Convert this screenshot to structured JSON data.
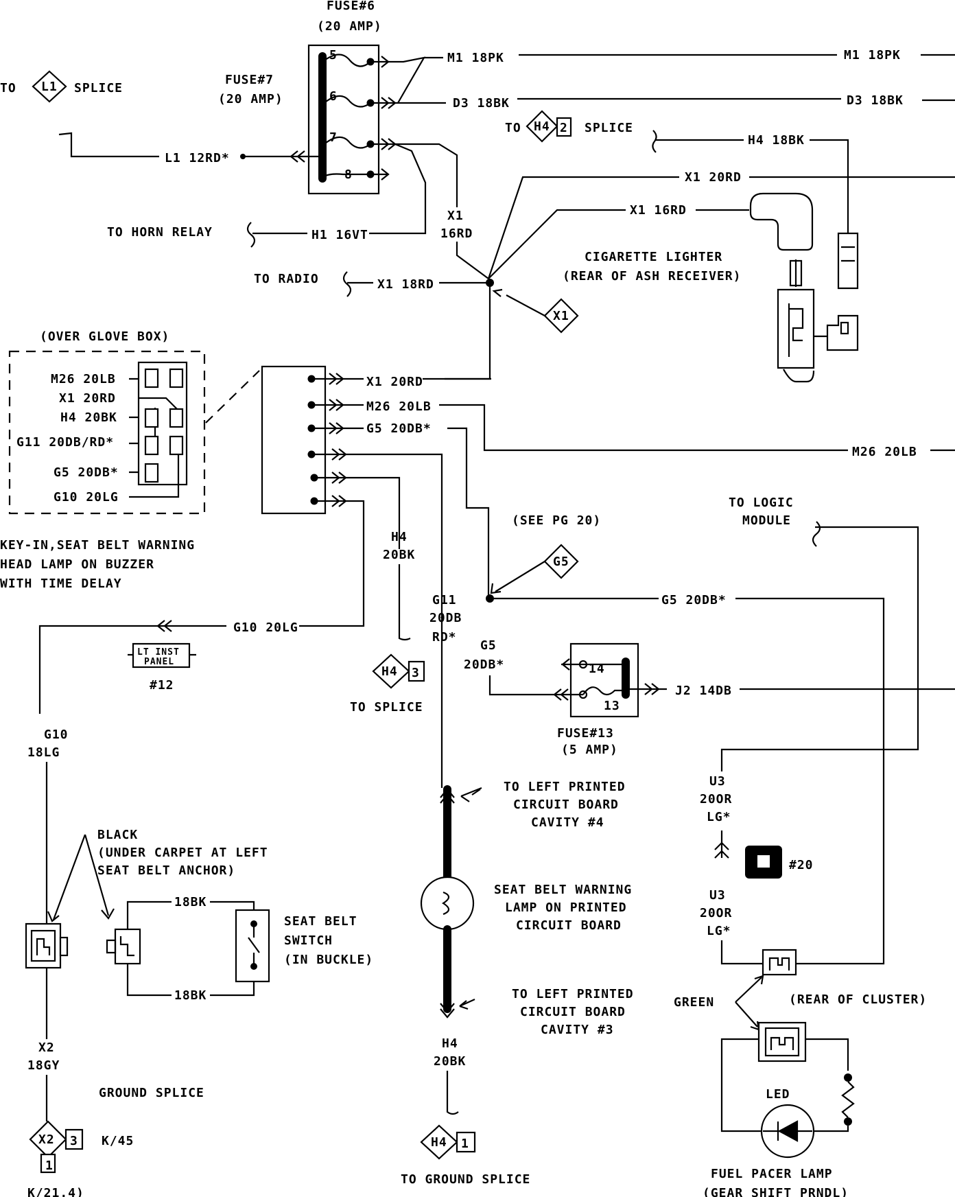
{
  "fuse6": {
    "title": "FUSE#6",
    "rating": "(20 AMP)",
    "pins": [
      "5",
      "6",
      "7",
      "8"
    ]
  },
  "fuse7": {
    "title": "FUSE#7",
    "rating": "(20 AMP)"
  },
  "fuse13": {
    "title": "FUSE#13",
    "rating": "(5 AMP)",
    "pins": [
      "14",
      "13"
    ]
  },
  "splices": {
    "l1": {
      "prefix": "TO",
      "code": "L1",
      "suffix": "SPLICE"
    },
    "h4_2": {
      "prefix": "TO",
      "code": "H4",
      "num": "2",
      "suffix": "SPLICE"
    },
    "x1": {
      "code": "X1"
    },
    "g5": {
      "code": "G5"
    },
    "h4_3": {
      "code": "H4",
      "num": "3",
      "caption": "TO  SPLICE"
    },
    "x2": {
      "code": "X2",
      "num": "3",
      "sub": "1",
      "ref": "K/45",
      "ref2": "K/21.4)"
    },
    "h4_1": {
      "code": "H4",
      "num": "1",
      "caption": "TO GROUND SPLICE"
    }
  },
  "wires": {
    "m1": "M1 18PK",
    "d3": "D3 18BK",
    "h4_18bk": "H4 18BK",
    "x1_20rd": "X1 20RD",
    "x1_16rd": "X1 16RD",
    "l1_12rd": "L1 12RD*",
    "h1_16vt": "H1 16VT",
    "x1_18rd": "X1 18RD",
    "x1_vert_a": "X1",
    "x1_vert_b": "16RD",
    "conn_x1": "X1 20RD",
    "conn_m26": "M26 20LB",
    "conn_g5": "G5 20DB*",
    "m26_right": "M26 20LB",
    "g5_20db": "G5 20DB*",
    "g10_20lg": "G10 20LG",
    "j2_14db": "J2 14DB",
    "h4_vert_a": "H4",
    "h4_vert_b": "20BK",
    "g11_a": "G11",
    "g11_b": "20DB",
    "g11_c": "RD*",
    "g5_vert_a": "G5",
    "g5_vert_b": "20DB*",
    "g10_vert_a": "G10",
    "g10_vert_b": "18LG",
    "x2_vert_a": "X2",
    "x2_vert_b": "18GY",
    "h4_low_a": "H4",
    "h4_low_b": "20BK",
    "u3_a": "U3",
    "u3_b": "20OR",
    "u3_c": "LG*",
    "u3_d": "U3",
    "u3_e": "20OR",
    "u3_f": "LG*",
    "bk18_top": "18BK",
    "bk18_bot": "18BK"
  },
  "labels": {
    "horn_relay": "TO HORN RELAY",
    "radio": "TO RADIO",
    "lighter_1": "CIGARETTE LIGHTER",
    "lighter_2": "(REAR OF ASH RECEIVER)",
    "glove_box": "(OVER GLOVE BOX)",
    "module_1": "KEY-IN,SEAT BELT WARNING",
    "module_2": "HEAD LAMP ON BUZZER",
    "module_3": "WITH TIME DELAY",
    "see_pg": "(SEE PG 20)",
    "logic_1": "TO LOGIC",
    "logic_2": "MODULE",
    "lt_inst_1": "LT INST",
    "lt_inst_2": "PANEL",
    "lt_inst_num": "#12",
    "black_1": "BLACK",
    "black_2": "(UNDER CARPET AT LEFT",
    "black_3": "SEAT BELT ANCHOR)",
    "sb_switch_1": "SEAT BELT",
    "sb_switch_2": "SWITCH",
    "sb_switch_3": "(IN BUCKLE)",
    "ground_splice": "GROUND SPLICE",
    "pcb4_1": "TO LEFT PRINTED",
    "pcb4_2": "CIRCUIT BOARD",
    "pcb4_3": "CAVITY #4",
    "lamp_1": "SEAT BELT WARNING",
    "lamp_2": "LAMP ON PRINTED",
    "lamp_3": "CIRCUIT BOARD",
    "pcb3_1": "TO LEFT PRINTED",
    "pcb3_2": "CIRCUIT BOARD",
    "pcb3_3": "CAVITY #3",
    "num20": "#20",
    "green": "GREEN",
    "rear_cluster": "(REAR OF CLUSTER)",
    "led": "LED",
    "fuel_pacer_1": "FUEL PACER LAMP",
    "fuel_pacer_2": "(GEAR SHIFT PRNDL)"
  },
  "glove_box_wires": [
    "M26 20LB",
    "X1 20RD",
    "H4 20BK",
    "G11 20DB/RD*",
    "G5 20DB*",
    "G10 20LG"
  ]
}
